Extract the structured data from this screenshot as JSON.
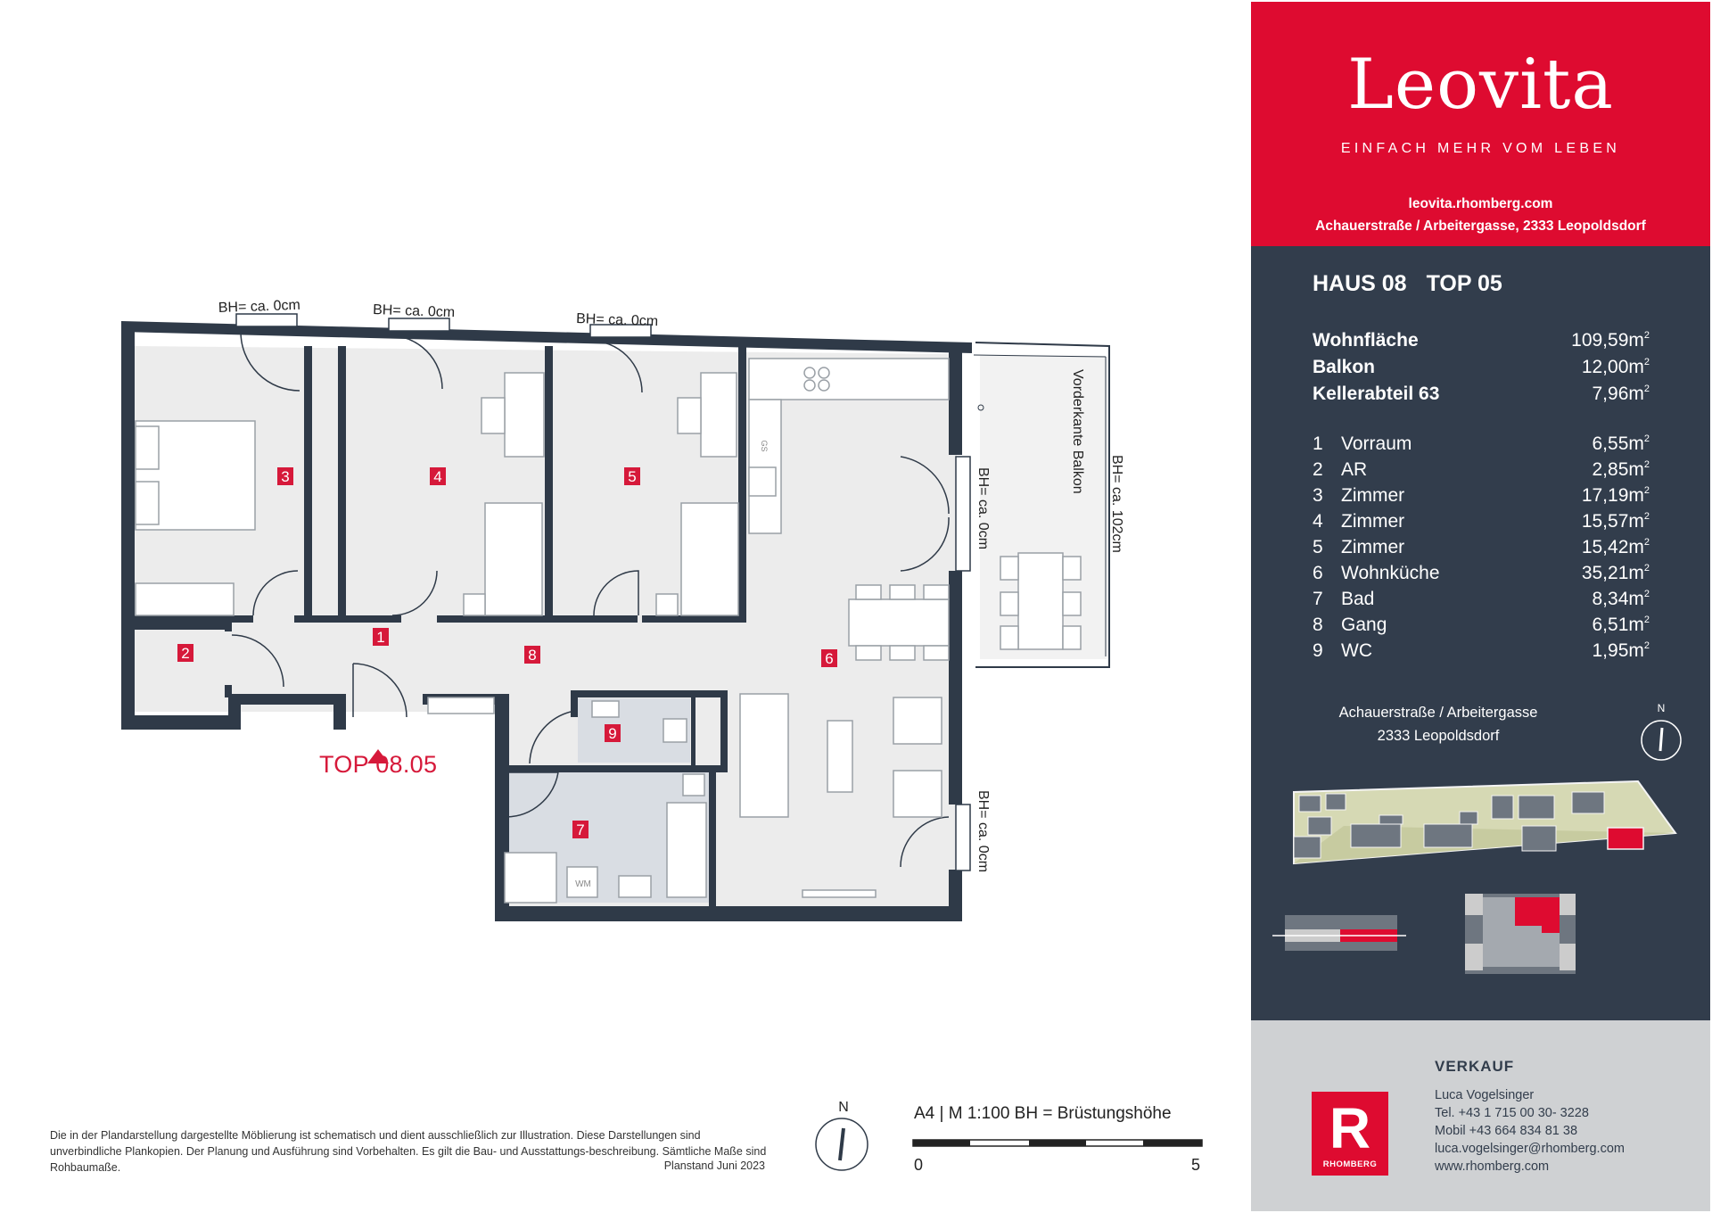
{
  "top_label": "TOP 08.05",
  "rooms": [
    {
      "num": "1",
      "label": "Vorraum",
      "area": "6,55m",
      "exp": "2"
    },
    {
      "num": "2",
      "label": "AR",
      "area": "2,85m",
      "exp": "2"
    },
    {
      "num": "3",
      "label": "Zimmer",
      "area": "17,19m",
      "exp": "2"
    },
    {
      "num": "4",
      "label": "Zimmer",
      "area": "15,57m",
      "exp": "2"
    },
    {
      "num": "5",
      "label": "Zimmer",
      "area": "15,42m",
      "exp": "2"
    },
    {
      "num": "6",
      "label": "Wohnküche",
      "area": "35,21m",
      "exp": "2"
    },
    {
      "num": "7",
      "label": "Bad",
      "area": "8,34m",
      "exp": "2"
    },
    {
      "num": "8",
      "label": "Gang",
      "area": "6,51m",
      "exp": "2"
    },
    {
      "num": "9",
      "label": "WC",
      "area": "1,95m",
      "exp": "2"
    }
  ],
  "plan_labels": {
    "bh_0cm": "BH= ca. 0cm",
    "bh_102cm": "BH= ca. 102cm",
    "balcony_edge": "Vorderkante Balkon",
    "wm": "WM",
    "gs": "GS"
  },
  "disclaimer": "Die in der Plandarstellung dargestellte Möblierung ist schematisch und dient ausschließlich zur Illustration. Diese Darstellungen sind unverbindliche Plankopien. Der Planung und Ausführung sind Vorbehalten. Es gilt die Bau- und Ausstattungs-beschreibung. Sämtliche Maße sind Rohbaumaße.",
  "plan_date": "Planstand Juni 2023",
  "scale": {
    "north": "N",
    "caption": "A4 | M 1:100   BH = Brüstungshöhe",
    "start": "0",
    "end": "5"
  },
  "brand": {
    "logo_text": "Leovita",
    "tagline": "EINFACH MEHR VOM LEBEN",
    "website": "leovita.rhomberg.com",
    "address": "Achauerstraße / Arbeitergasse, 2333 Leopoldsdorf"
  },
  "unit": {
    "haus": "HAUS 08",
    "top": "TOP 05",
    "summary": [
      {
        "label": "Wohnfläche",
        "area": "109,59m",
        "exp": "2"
      },
      {
        "label": "Balkon",
        "area": "12,00m",
        "exp": "2"
      },
      {
        "label": "Kellerabteil 63",
        "area": "7,96m",
        "exp": "2"
      }
    ]
  },
  "location": {
    "street": "Achauerstraße / Arbeitergasse",
    "city": "2333 Leopoldsdorf",
    "north": "N"
  },
  "sales": {
    "heading": "VERKAUF",
    "name": "Luca Vogelsinger",
    "tel": "Tel. +43 1 715 00 30- 3228",
    "mobile": "Mobil +43 664 834 81 38",
    "email": "luca.vogelsinger@rhomberg.com",
    "web": "www.rhomberg.com",
    "logo_letter": "R",
    "logo_name": "RHOMBERG"
  },
  "colors": {
    "brand_red": "#de0b30",
    "panel_dark": "#323d4c",
    "panel_grey": "#cfd1d3",
    "wall": "#2f3a48",
    "room_fill": "#ececec",
    "bath_fill": "#d9dde3"
  }
}
